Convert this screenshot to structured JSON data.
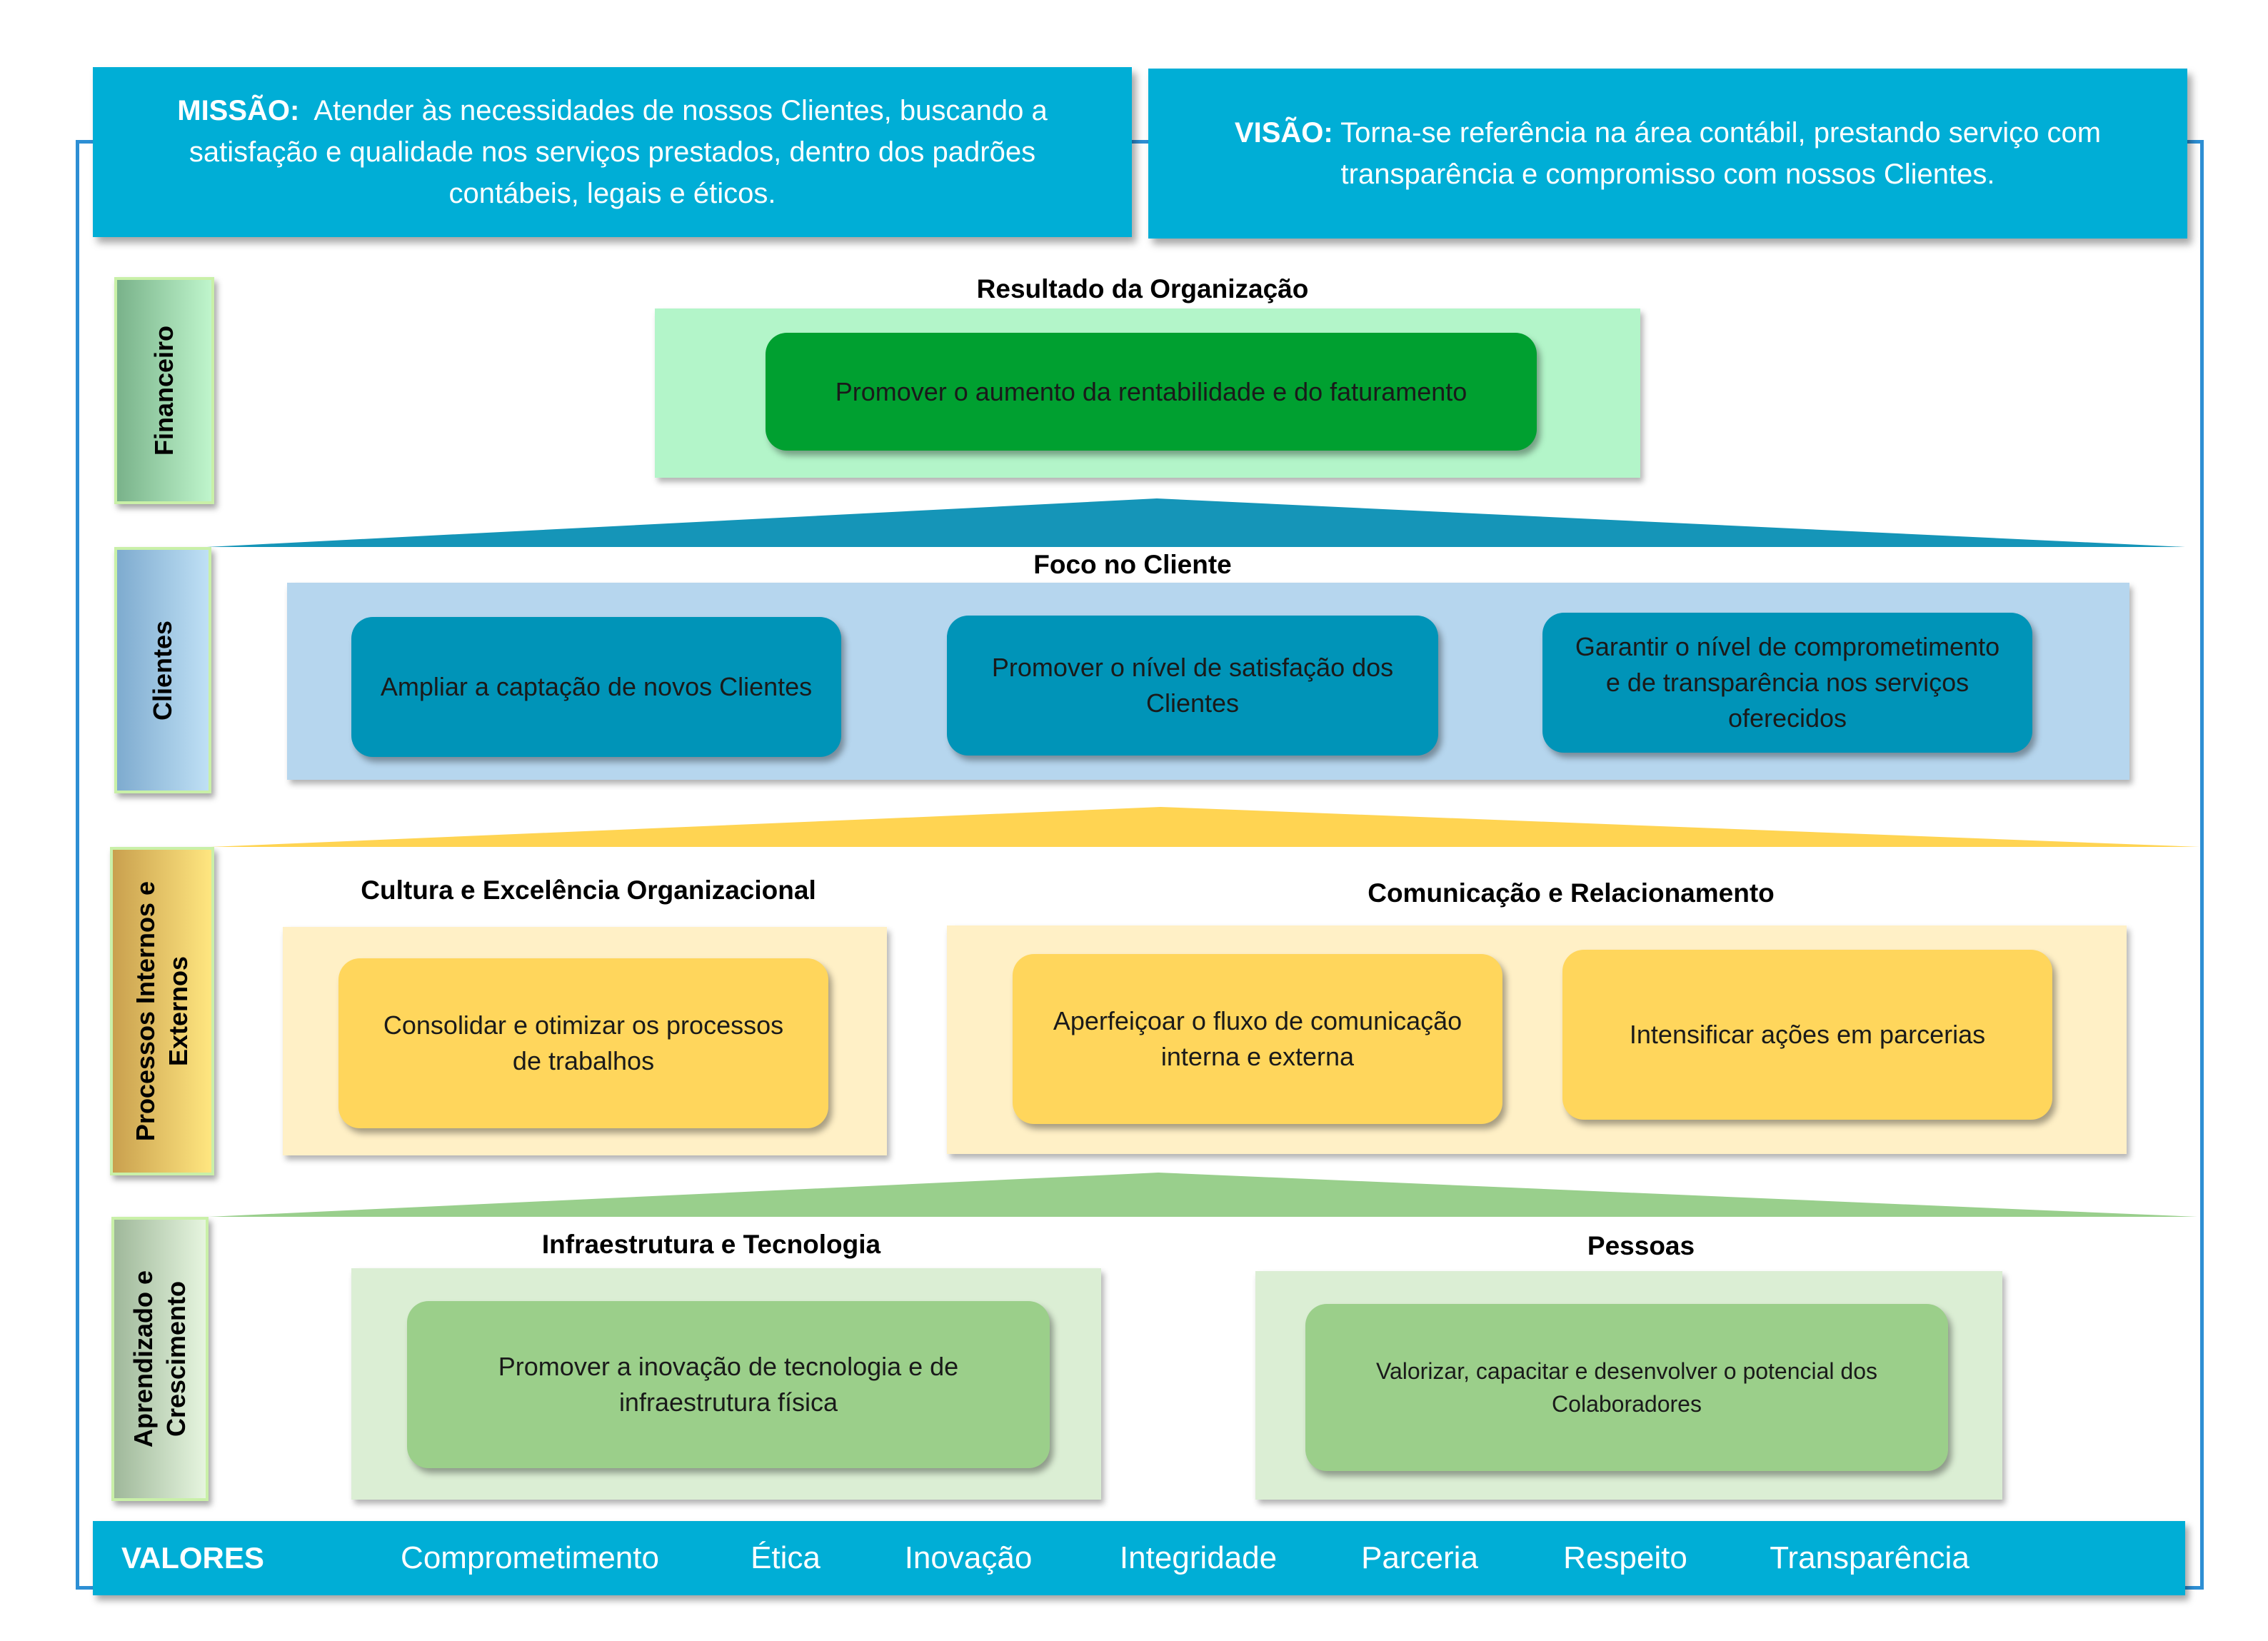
{
  "mission": {
    "label": "MISSÃO:",
    "text": "Atender às necessidades de nossos Clientes, buscando a satisfação e qualidade nos serviços prestados, dentro dos padrões contábeis, legais e éticos."
  },
  "vision": {
    "label": "VISÃO:",
    "text": "Torna-se referência na área contábil, prestando serviço com transparência e compromisso com nossos Clientes."
  },
  "perspectives": {
    "financial": "Financeiro",
    "clients": "Clientes",
    "processes": "Processos Internos e Externos",
    "learning": "Aprendizado e Crescimento"
  },
  "financial": {
    "title": "Resultado da Organização",
    "objective": "Promover o aumento da rentabilidade e do faturamento"
  },
  "clients": {
    "title": "Foco no Cliente",
    "objectives": [
      "Ampliar a captação de novos Clientes",
      "Promover o nível de satisfação dos Clientes",
      "Garantir o nível de comprometimento e de transparência nos serviços oferecidos"
    ]
  },
  "processes": {
    "culture_title": "Cultura e Excelência Organizacional",
    "culture_objective": "Consolidar e otimizar os processos de trabalhos",
    "communication_title": "Comunicação e Relacionamento",
    "communication_objectives": [
      "Aperfeiçoar o fluxo de comunicação interna e externa",
      "Intensificar ações em parcerias"
    ]
  },
  "learning": {
    "infra_title": "Infraestrutura e Tecnologia",
    "infra_objective": "Promover a inovação de tecnologia e de infraestrutura física",
    "people_title": "Pessoas",
    "people_objective": "Valorizar, capacitar e desenvolver o potencial dos Colaboradores"
  },
  "values": {
    "label": "VALORES",
    "items": [
      "Comprometimento",
      "Ética",
      "Inovação",
      "Integridade",
      "Parceria",
      "Respeito",
      "Transparência"
    ]
  },
  "colors": {
    "header_blue": "#00aed6",
    "financial_panel": "#b3f5c9",
    "financial_objective": "#00a030",
    "clients_panel": "#b6d6ee",
    "clients_objective": "#0094b8",
    "processes_panel": "#fff0c6",
    "processes_objective": "#ffd65c",
    "learning_panel": "#dbeed4",
    "learning_objective": "#9bcf8a"
  }
}
